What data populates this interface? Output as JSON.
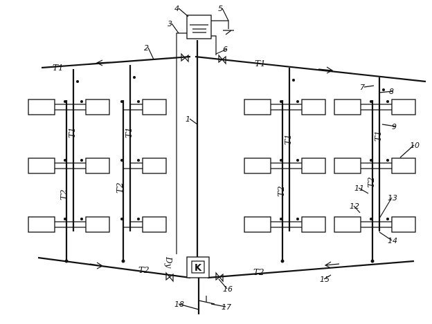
{
  "supply_label": "T1",
  "return_label": "T2",
  "boiler_label": "K",
  "vent_label": "Dy",
  "callouts": [
    "1",
    "2",
    "3",
    "4",
    "5",
    "6",
    "7",
    "8",
    "9",
    "10",
    "11",
    "12",
    "13",
    "14",
    "15",
    "16",
    "17",
    "18"
  ],
  "colors": {
    "line": "#111111",
    "background": "#ffffff"
  }
}
